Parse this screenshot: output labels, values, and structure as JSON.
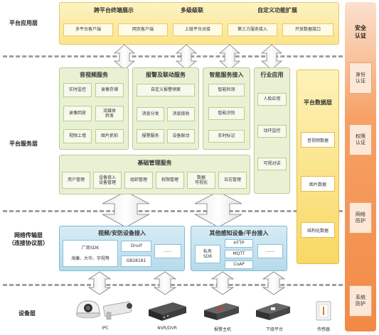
{
  "layers": {
    "app": "平台应用层",
    "service": "平台服务层",
    "network_line1": "网络传输层",
    "network_line2": "（连接协议层）",
    "device": "设备层"
  },
  "app_layer": {
    "headers": [
      "跨平台终端展示",
      "多级级联",
      "自定义功能扩展"
    ],
    "items": [
      "多平台客户端",
      "网页客户端",
      "上级平台对接",
      "第三方服务接入",
      "开放数据接口"
    ]
  },
  "security": {
    "title_line1": "安全",
    "title_line2": "认证",
    "items": [
      {
        "line1": "身份",
        "line2": "认证"
      },
      {
        "line1": "权限",
        "line2": "认证"
      },
      {
        "line1": "网络",
        "line2": "防护"
      },
      {
        "line1": "系统",
        "line2": "防护"
      }
    ]
  },
  "av_service": {
    "title": "音视频服务",
    "items": [
      {
        "line1": "实时监控",
        "line2": ""
      },
      {
        "line1": "录像存储",
        "line2": ""
      },
      {
        "line1": "录像回放",
        "line2": ""
      },
      {
        "line1": "流媒体",
        "line2": "转发"
      },
      {
        "line1": "视频上墙",
        "line2": ""
      },
      {
        "line1": "图片抓拍",
        "line2": ""
      }
    ]
  },
  "alarm_service": {
    "title": "报警及联动服务",
    "wide_item": "自定义报警预案",
    "items": [
      "消息分发",
      "消息接收",
      "报警服务",
      "设备联动"
    ]
  },
  "smart_service": {
    "title": "智能服务接入",
    "items": [
      "智能检测",
      "智能识别",
      "实时标记"
    ]
  },
  "industry": {
    "title": "行业应用",
    "items": [
      "人脸应用",
      "动环监控",
      "可视对讲"
    ]
  },
  "platform_data": {
    "title": "平台数据层",
    "items": [
      "音视频数据",
      "图片数据",
      "结构化数据"
    ]
  },
  "base_service": {
    "title": "基础管理服务",
    "items": [
      {
        "line1": "用户管理",
        "line2": ""
      },
      {
        "line1": "设备接入",
        "line2": "设备管理"
      },
      {
        "line1": "组织管理",
        "line2": ""
      },
      {
        "line1": "权限管理",
        "line2": ""
      },
      {
        "line1": "数据",
        "line2": "可视化"
      },
      {
        "line1": "日志管理",
        "line2": ""
      }
    ]
  },
  "video_access": {
    "title": "视频/安防设备接入",
    "vendor_line1": "厂商SDK",
    "vendor_line2": "海康、大华、宇视等",
    "onvif": "Onvif",
    "gb": "GB28181",
    "more": "……"
  },
  "other_access": {
    "title": "其他感知设备/平台接入",
    "private_line1": "私有",
    "private_line2": "SDK",
    "protocols": [
      "HTTP",
      "MQTT",
      "CoAP"
    ],
    "more": "……"
  },
  "devices": [
    "IPC",
    "NVR/DVR",
    "报警主机",
    "下级平台",
    "传感器"
  ]
}
